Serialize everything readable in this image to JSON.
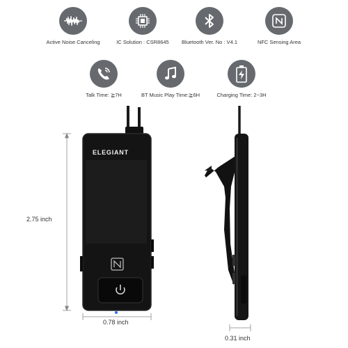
{
  "features": [
    {
      "id": "anc",
      "icon": "sound-wave-icon",
      "label": "Active Noise Canceling"
    },
    {
      "id": "ic",
      "icon": "chip-icon",
      "label": "IC Solution : CSR8645"
    },
    {
      "id": "bt",
      "icon": "bluetooth-icon",
      "label": "Bluetooth Ver. No : V4.1"
    },
    {
      "id": "nfc",
      "icon": "nfc-icon",
      "label": "NFC Sensing Area"
    },
    {
      "id": "talk",
      "icon": "phone-icon",
      "label": "Talk Time: ≧7H"
    },
    {
      "id": "music",
      "icon": "music-note-icon",
      "label": "BT Music Play Time:≧6H"
    },
    {
      "id": "charge",
      "icon": "battery-icon",
      "label": "Charging Time: 2~3H"
    }
  ],
  "product": {
    "brand": "ELEGIANT",
    "height_label": "2.75 inch",
    "width_label": "0.78 inch",
    "depth_label": "0.31 inch"
  },
  "colors": {
    "icon_bg": "#666a6e",
    "device_body": "#141414",
    "indicator": "#2f6bff"
  }
}
